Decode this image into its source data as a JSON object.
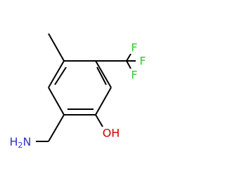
{
  "structure": {
    "atoms": {
      "nh2": {
        "text": "H2N",
        "main": "H",
        "subscript": "2",
        "tail": "N",
        "color": "#3333cc"
      },
      "oh": {
        "text": "OH",
        "color": "#cc0000"
      },
      "f_top": {
        "text": "F",
        "color": "#33cc33"
      },
      "f_right": {
        "text": "F",
        "color": "#33cc33"
      },
      "f_bottom": {
        "text": "F",
        "color": "#33cc33"
      }
    },
    "bond_color": "#000000",
    "background": "#ffffff"
  }
}
